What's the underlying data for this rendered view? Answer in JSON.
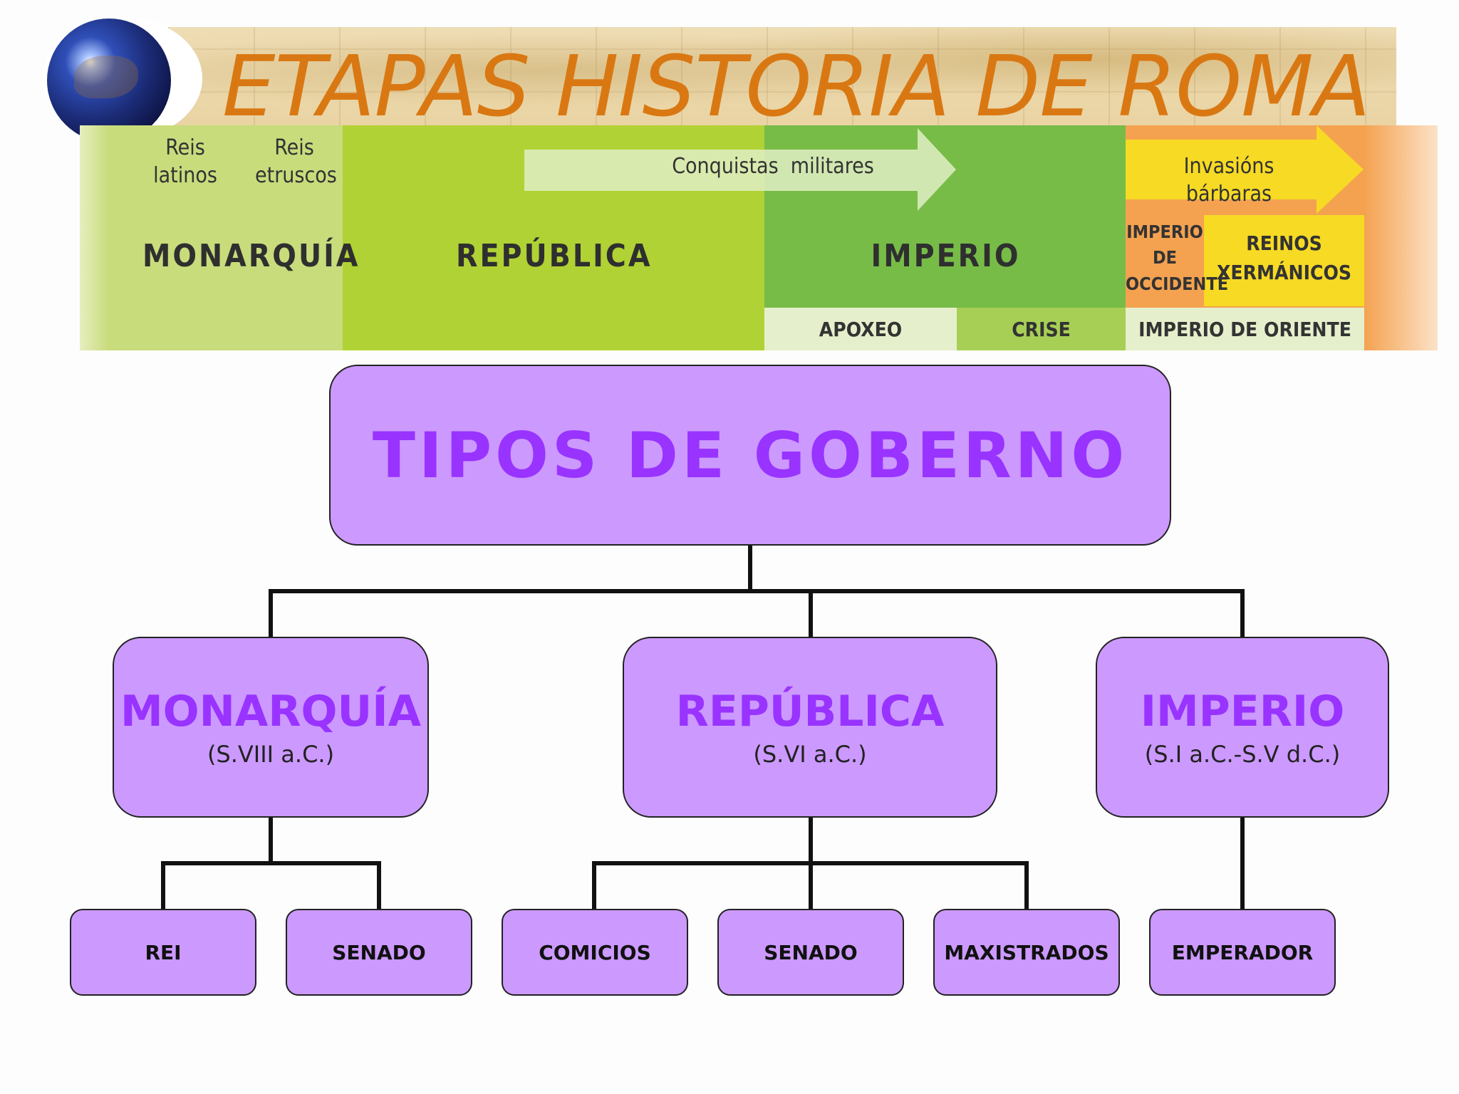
{
  "header": {
    "title": "ETAPAS HISTORIA DE ROMA",
    "globe_icon": "globe-icon"
  },
  "timeline": {
    "monarquia": {
      "label": "MONARQUÍA",
      "reis_latinos": [
        "Reis",
        "latinos"
      ],
      "reis_etruscos": [
        "Reis",
        "etruscos"
      ]
    },
    "republica": {
      "label": "REPÚBLICA"
    },
    "imperio": {
      "label": "IMPERIO",
      "apoxeo": "APOXEO",
      "crise": "CRISE"
    },
    "conquistas": "Conquistas  militares",
    "invasions": "Invasións bárbaras",
    "imperio_occidente": [
      "IMPERIO",
      "DE",
      "OCCIDENTE"
    ],
    "reinos": [
      "REINOS",
      "XERMÁNICOS"
    ],
    "imperio_oriente": "IMPERIO DE ORIENTE",
    "colors": {
      "monarquia": "#c8dc7c",
      "republica": "#b1d234",
      "imperio": "#77bc47",
      "light": "#e6efcc",
      "crise": "#a7cf55",
      "orange": "#f4a250",
      "yellow": "#f7da24",
      "arrow": "#e0efc4"
    }
  },
  "diagram": {
    "root": "TIPOS DE GOBERNO",
    "branches": [
      {
        "title": "MONARQUÍA",
        "period": "(S.VIII a.C.)",
        "children": [
          "REI",
          "SENADO"
        ]
      },
      {
        "title": "REPÚBLICA",
        "period": "(S.VI a.C.)",
        "children": [
          "COMICIOS",
          "SENADO",
          "MAXISTRADOS"
        ]
      },
      {
        "title": "IMPERIO",
        "period": "(S.I a.C.-S.V d.C.)",
        "children": [
          "EMPERADOR"
        ]
      }
    ],
    "colors": {
      "box_fill": "#cc99ff",
      "title_text": "#9933ff",
      "border": "#222222"
    }
  }
}
